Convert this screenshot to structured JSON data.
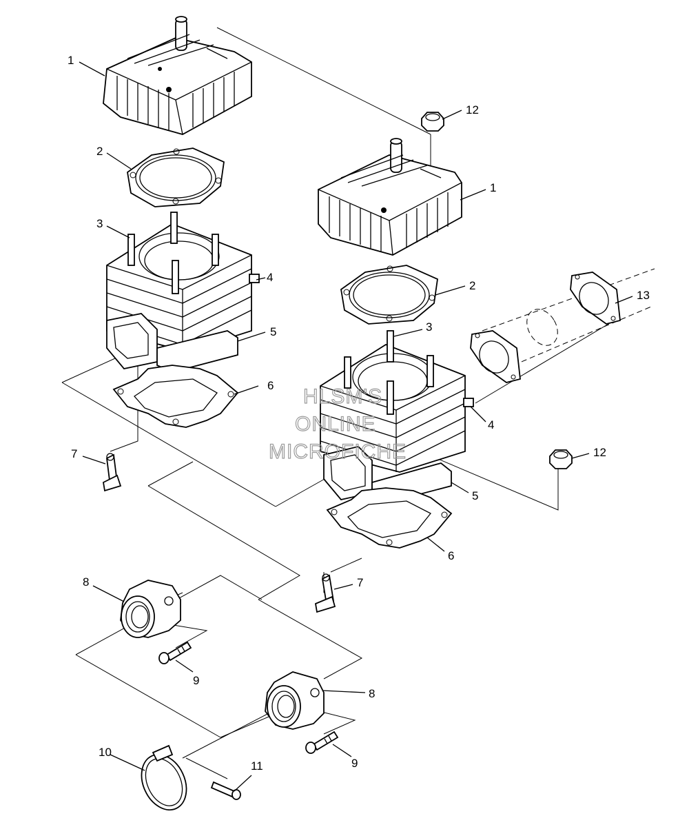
{
  "watermark": {
    "line1": "HLSM'S",
    "line2": "ONLINE",
    "line3": "MICROFICHE"
  },
  "callouts": {
    "c1a": "1",
    "c1b": "1",
    "c2a": "2",
    "c2b": "2",
    "c3a": "3",
    "c3b": "3",
    "c4a": "4",
    "c4b": "4",
    "c5a": "5",
    "c5b": "5",
    "c6a": "6",
    "c6b": "6",
    "c7a": "7",
    "c7b": "7",
    "c8a": "8",
    "c8b": "8",
    "c9a": "9",
    "c9b": "9",
    "c10": "10",
    "c11": "11",
    "c12a": "12",
    "c12b": "12",
    "c13": "13"
  }
}
